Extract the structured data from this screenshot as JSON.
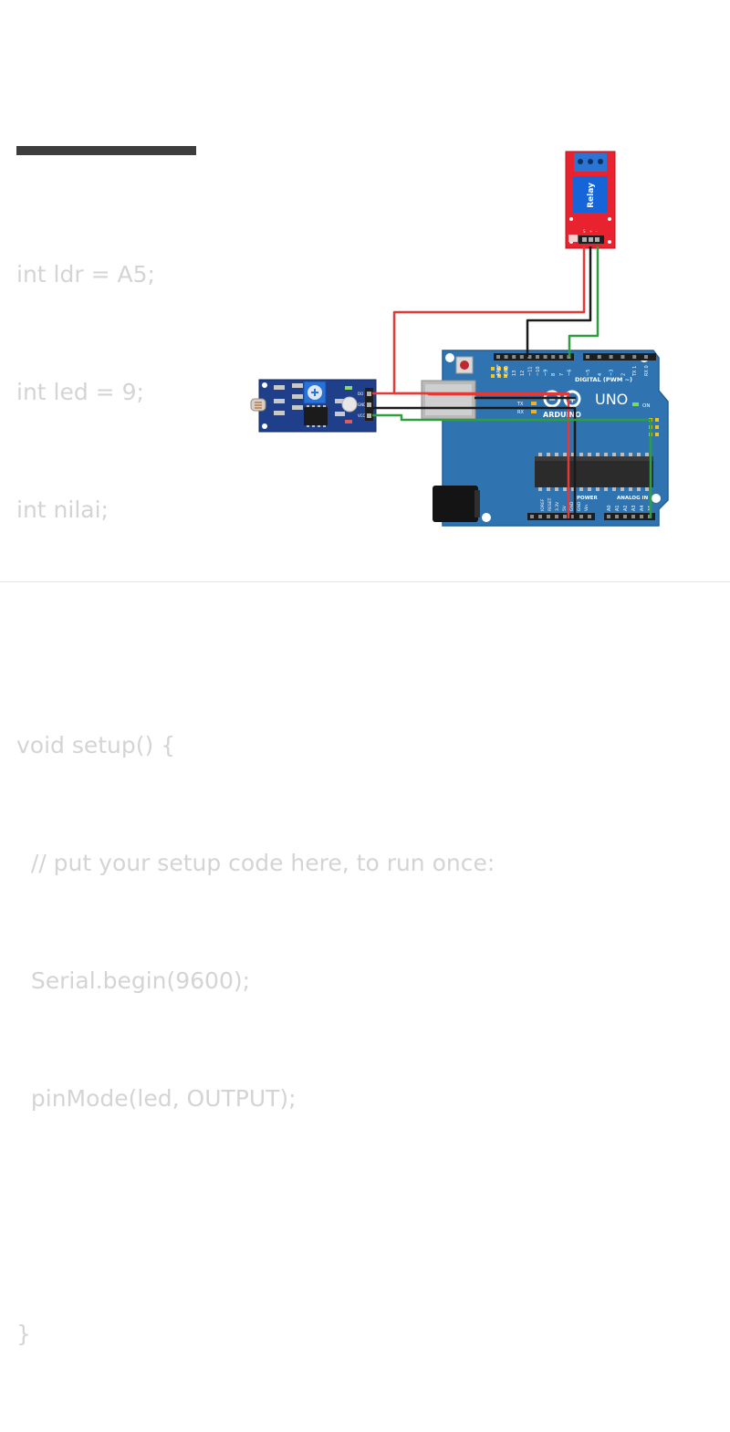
{
  "code_lines": [
    "int ldr = A5;",
    "int led = 9;",
    "int nilai;",
    "",
    "void setup() {",
    "  // put your setup code here, to run once:",
    "  Serial.begin(9600);",
    "  pinMode(led, OUTPUT);",
    "",
    "}"
  ],
  "relay_module": {
    "label": "Relay",
    "pins": [
      "S",
      "+",
      "-"
    ]
  },
  "ldr_module": {
    "pins": [
      "DO",
      "GND",
      "VCC"
    ]
  },
  "arduino": {
    "brand": "ARDUINO",
    "model": "UNO",
    "on_label": "ON",
    "tx_label": "TX",
    "rx_label": "RX",
    "digital_label": "DIGITAL (PWM ~)",
    "power_label": "POWER",
    "analog_label": "ANALOG IN",
    "top_pins": [
      "AREF",
      "GND",
      "13",
      "12",
      "~11",
      "~10",
      "~9",
      "8",
      "7",
      "~6",
      "~5",
      "4",
      "~3",
      "2",
      "TX 1",
      "RX 0"
    ],
    "power_pins": [
      "IOREF",
      "RESET",
      "3.3V",
      "5V",
      "GND",
      "GND",
      "Vin"
    ],
    "analog_pins": [
      "A0",
      "A1",
      "A2",
      "A3",
      "A4",
      "A5"
    ]
  },
  "colors": {
    "code_text": "#d4d4d4",
    "bar": "#3d3d3d",
    "board": "#2f74b0",
    "relay": "#e8222e",
    "ldr_board": "#1f3f8a",
    "wire_red": "#e53935",
    "wire_black": "#1a1a1a",
    "wire_green": "#2e9e3e"
  }
}
